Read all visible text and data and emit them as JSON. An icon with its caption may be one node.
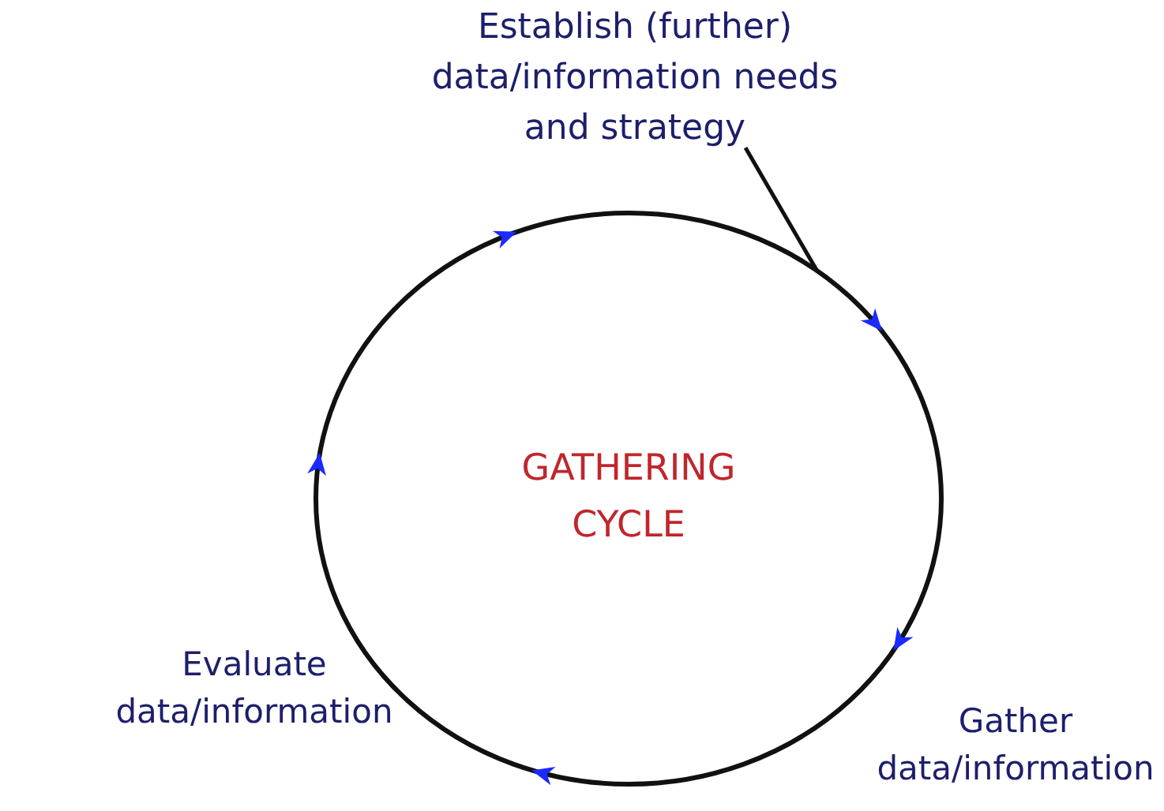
{
  "diagram": {
    "nodes": [
      {
        "text": [
          "Establish (further) data/information needs and strategy"
        ]
      },
      {
        "text": [
          "Gather data/information"
        ]
      },
      {
        "text": [
          "Evaluate data/information"
        ]
      },
      {
        "text": [
          "GATHERING CYCLE"
        ]
      }
    ],
    "edges": [
      {
        "from": 0,
        "to": 3,
        "arrow": "none"
      }
    ]
  }
}
